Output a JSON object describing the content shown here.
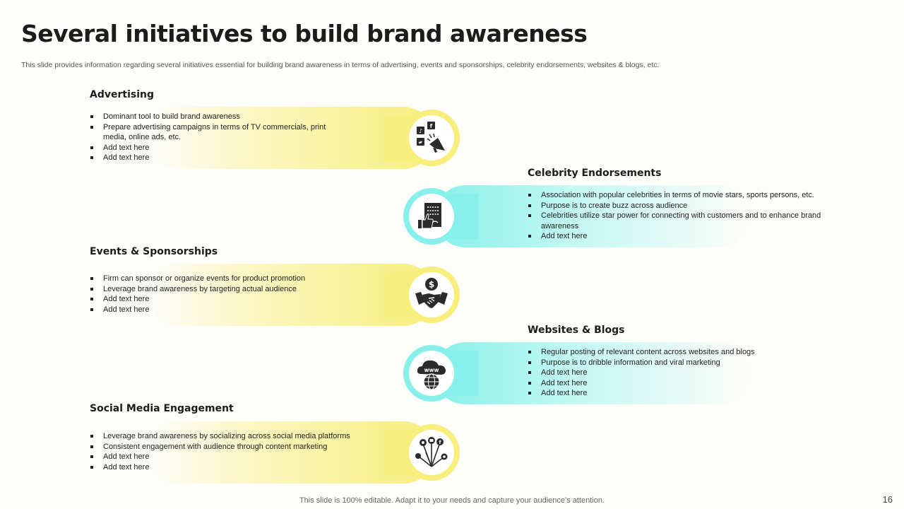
{
  "slide": {
    "title": "Several initiatives to build brand awareness",
    "subtitle": "This slide provides information regarding several initiatives essential for building brand awareness in terms of advertising, events and sponsorships, celebrity endorsements, websites & blogs, etc.",
    "footer": "This slide is 100% editable. Adapt it to your needs and capture your audience’s attention.",
    "page_number": "16"
  },
  "colors": {
    "yellow": "#f7ee7c",
    "cyan": "#88f0ea",
    "icon": "#2b2b2b"
  },
  "initiatives": [
    {
      "heading": "Advertising",
      "icon": "megaphone-social-icon",
      "bullets": [
        "Dominant tool to build brand awareness",
        "Prepare advertising campaigns in terms of TV commercials, print media, online ads, etc.",
        "Add text here",
        "Add text here"
      ]
    },
    {
      "heading": "Celebrity Endorsements",
      "icon": "thumbs-up-certificate-icon",
      "bullets": [
        "Association with popular celebrities in terms of movie stars, sports persons, etc.",
        "Purpose is to create buzz  across audience",
        "Celebrities utilize star power for connecting with customers and to enhance brand awareness",
        "Add text here"
      ]
    },
    {
      "heading": "Events & Sponsorships",
      "icon": "handshake-dollar-icon",
      "bullets": [
        "Firm can sponsor or organize events for product promotion",
        "Leverage brand awareness by targeting actual audience",
        "Add text here",
        "Add text here"
      ]
    },
    {
      "heading": "Websites & Blogs",
      "icon": "www-cloud-globe-icon",
      "bullets": [
        "Regular posting of relevant content across websites and blogs",
        "Purpose is to dribble information and viral marketing",
        "Add text here",
        "Add text here",
        "Add text here"
      ]
    },
    {
      "heading": "Social Media Engagement",
      "icon": "social-network-hub-icon",
      "bullets": [
        "Leverage brand awareness by socializing across social media platforms",
        "Consistent engagement with audience through content marketing",
        "Add text here",
        "Add text here"
      ]
    }
  ]
}
